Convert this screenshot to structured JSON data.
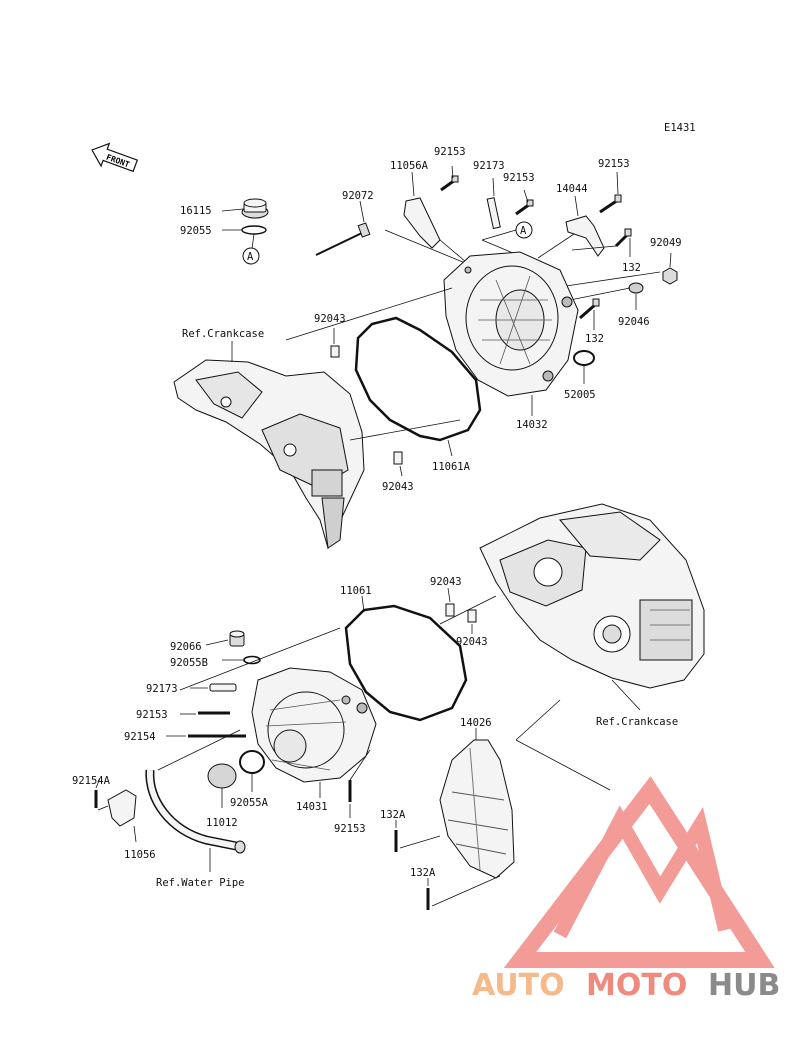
{
  "diagram_code": "E1431",
  "front_label": "FRONT",
  "ref_label_a": "A",
  "labels": {
    "p16115": "16115",
    "p92055": "92055",
    "p92072": "92072",
    "p11056A": "11056A",
    "p92153_a": "92153",
    "p92173_a": "92173",
    "p92153_b": "92153",
    "p14044": "14044",
    "p92153_c": "92153",
    "p92049": "92049",
    "p132_a": "132",
    "p92046": "92046",
    "p132_b": "132",
    "p52005": "52005",
    "p14032": "14032",
    "p11061A": "11061A",
    "p92043_a": "92043",
    "p92043_b": "92043",
    "ref_crankcase_top": "Ref.Crankcase",
    "p11061": "11061",
    "p92043_c": "92043",
    "p92043_d": "92043",
    "p92066": "92066",
    "p92055B": "92055B",
    "p92173_b": "92173",
    "p92153_d": "92153",
    "p92154": "92154",
    "p92154A": "92154A",
    "p11056": "11056",
    "ref_water_pipe": "Ref.Water Pipe",
    "p11012": "11012",
    "p92055A": "92055A",
    "p14031": "14031",
    "p92153_e": "92153",
    "p132A_a": "132A",
    "p132A_b": "132A",
    "p14026": "14026",
    "ref_crankcase_bottom": "Ref.Crankcase"
  },
  "watermark": {
    "part1": "AUTO",
    "part2": "MOTO",
    "part3": "HUB",
    "color1": "#f6b98a",
    "color2": "#f08a7c",
    "color3": "#8a8a8a",
    "logo_color": "#f08a86"
  }
}
